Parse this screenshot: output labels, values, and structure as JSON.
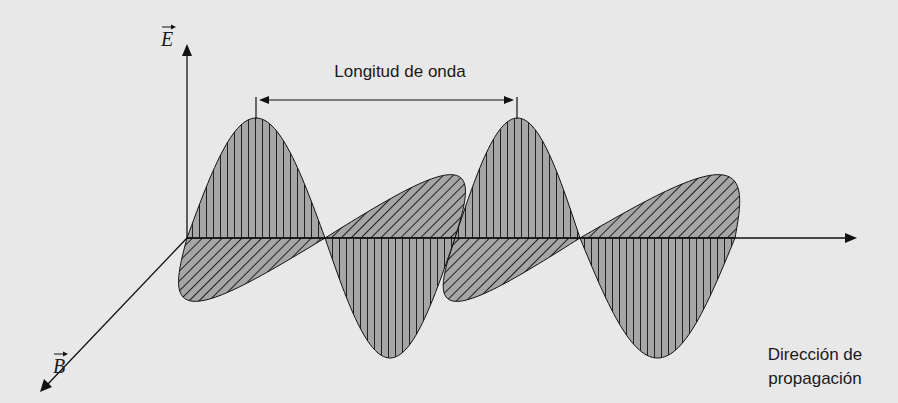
{
  "diagram": {
    "labels": [
      "E",
      "Longitud de onda",
      "Dirección de propagación",
      "B"
    ]
  }
}
